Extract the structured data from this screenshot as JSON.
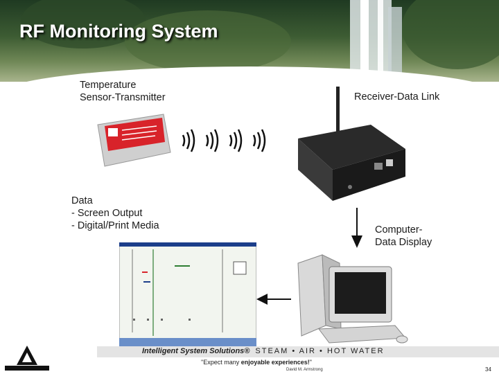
{
  "slide": {
    "title": "RF Monitoring System",
    "page_number": "34"
  },
  "labels": {
    "sensor": "Temperature\nSensor-Transmitter",
    "receiver": "Receiver-Data Link",
    "data": "Data\n- Screen Output\n- Digital/Print Media",
    "computer": "Computer-\nData Display"
  },
  "footer": {
    "brand": "Intelligent System Solutions®",
    "tagline": "STEAM • AIR • HOT WATER",
    "quote_pre": "\"Expect many ",
    "quote_bold": "enjoyable experiences!",
    "quote_post": "\"",
    "author": "David M. Armstrong"
  },
  "colors": {
    "title": "#ffffff",
    "sensor_red": "#d8232a",
    "screen_blue": "#1c3e8a",
    "arrow": "#111111"
  },
  "icons": {
    "logo": "armstrong-logo",
    "sensor": "temperature-sensor-device",
    "receiver": "receiver-box-device",
    "computer": "desktop-computer"
  }
}
